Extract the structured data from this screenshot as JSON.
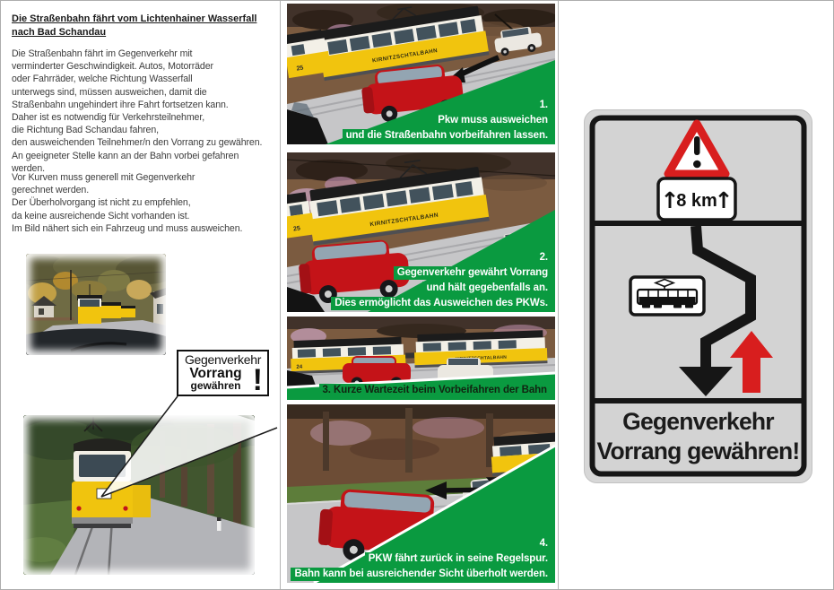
{
  "left_panel": {
    "title_lines": [
      "Die Straßenbahn fährt vom Lichtenhainer Wasserfall",
      "nach Bad Schandau"
    ],
    "para1_lines": [
      "Die Straßenbahn fährt im Gegenverkehr mit",
      "verminderter Geschwindigkeit. Autos, Motorräder",
      "oder Fahrräder, welche Richtung Wasserfall",
      "unterwegs sind, müssen ausweichen, damit die",
      "Straßenbahn ungehindert ihre Fahrt fortsetzen kann.",
      "Daher ist es notwendig für Verkehrsteilnehmer,",
      "die Richtung Bad Schandau fahren,",
      "den ausweichenden Teilnehmer/n den Vorrang zu gewähren.",
      "An geeigneter Stelle kann an der Bahn vorbei gefahren",
      "werden."
    ],
    "para2_lines": [
      "Vor Kurven muss generell mit Gegenverkehr",
      "gerechnet werden.",
      "Der Überholvorgang ist nicht zu empfehlen,",
      "da keine ausreichende Sicht vorhanden ist.",
      "Im Bild nähert sich ein Fahrzeug und muss ausweichen."
    ],
    "callout": {
      "line1": "Gegenverkehr",
      "line2": "Vorrang",
      "line3": "gewähren",
      "exclamation": "!"
    }
  },
  "middle_panel": {
    "photo1": {
      "tram_label": "KIRNITZSCHTALBAHN",
      "tram_number": "25",
      "caption_lines": [
        "1.",
        "Pkw muss ausweichen",
        "und die Straßenbahn vorbeifahren lassen."
      ]
    },
    "photo2": {
      "tram_label": "KIRNITZSCHTALBAHN",
      "tram_number": "25",
      "caption_lines": [
        "2.",
        "Gegenverkehr gewährt Vorrang",
        "und hält gegebenfalls an.",
        "Dies ermöglicht das Ausweichen des PKWs."
      ]
    },
    "photo3": {
      "tram_label": "KIRNITZSCHTALBAHN",
      "tram_number": "24",
      "caption": "3. Kurze Wartezeit beim Vorbeifahren der Bahn"
    },
    "photo4": {
      "caption_lines": [
        "4.",
        "PKW fährt zurück in seine Regelspur.",
        "Bahn kann bei ausreichender Sicht überholt werden."
      ]
    }
  },
  "right_panel": {
    "sign": {
      "up_arrow_glyph": "↑",
      "distance_label": "8 km",
      "text_line1": "Gegenverkehr",
      "text_line2": "Vorrang gewähren!"
    }
  },
  "colors": {
    "accent_green": "#0a9a40",
    "sign_red": "#d81e1e",
    "tram_yellow": "#f1c40e",
    "sign_gray": "#d5d5d5",
    "car_red": "#c41318"
  }
}
